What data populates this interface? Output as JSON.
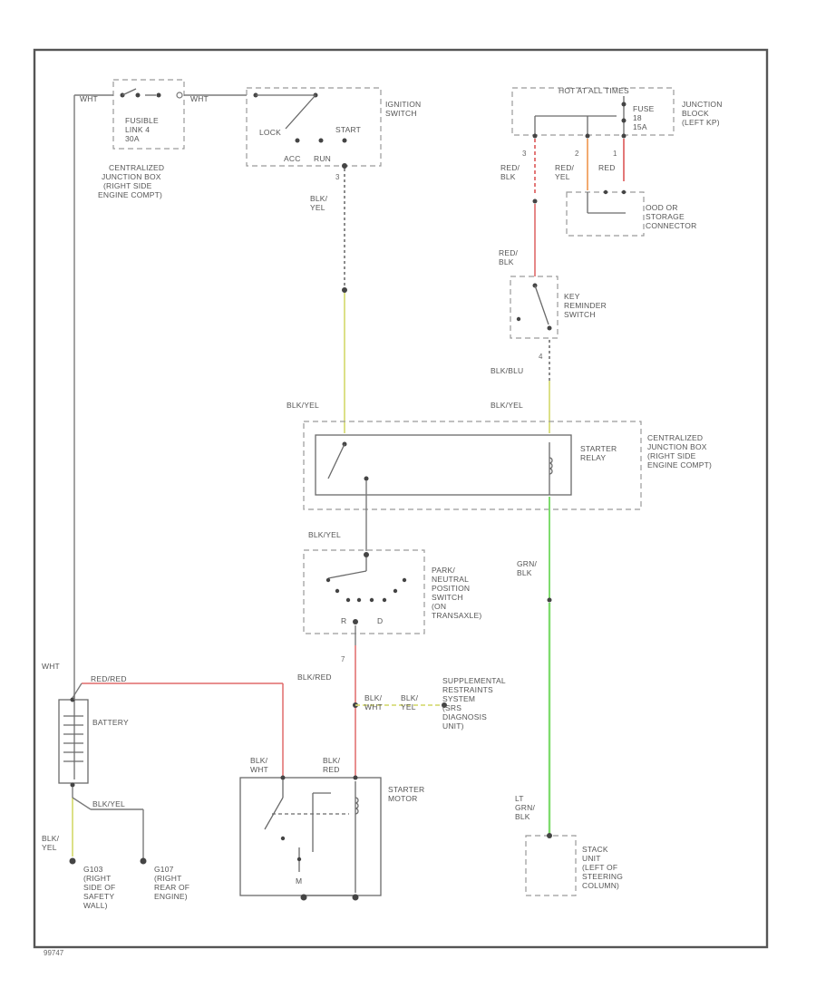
{
  "colors": {
    "red": "#e06a6a",
    "orange": "#f0a060",
    "yellow": "#d8dc7a",
    "green": "#7fdc6e",
    "wire": "#7a7a7a",
    "frame": "#555555"
  },
  "labels": {
    "fusible_link": "FUSIBLE LINK 4 30A",
    "cjb_right": "CENTRALIZED JUNCTION BOX (RIGHT SIDE ENGINE COMPT)",
    "ignition_switch": "IGNITION SWITCH",
    "ign_lock": "LOCK",
    "ign_start": "START",
    "ign_acc": "ACC",
    "ign_run": "RUN",
    "hot_at_all_times": "HOT AT ALL TIMES",
    "fuse_18": "FUSE 18 15A",
    "jb_left": "JUNCTION BLOCK (LEFT KP)",
    "ood_conn": "OOD OR STORAGE CONNECTOR",
    "key_reminder": "KEY REMINDER SWITCH",
    "starter_relay": "STARTER RELAY",
    "cjb_relay": "CENTRALIZED JUNCTION BOX (RIGHT SIDE ENGINE COMPT)",
    "pnp_switch": "PARK/ NEUTRAL POSITION SWITCH (ON TRANSAXLE)",
    "pnp_r": "R",
    "pnp_d": "D",
    "srs": "SUPPLEMENTAL RESTRAINTS SYSTEM (SRS DIAGNOSIS UNIT)",
    "battery": "BATTERY",
    "starter_motor": "STARTER MOTOR",
    "starter_m": "M",
    "stack_unit": "STACK UNIT (LEFT OF STEERING COLUMN)",
    "g103": "G103 (RIGHT SIDE OF SAFETY WALL)",
    "g107": "G107 (RIGHT REAR OF ENGINE)",
    "fig_number": "99747"
  },
  "wires": {
    "wht_1": "WHT",
    "wht_2": "WHT",
    "wht_3": "WHT",
    "blk_yel_1": "BLK/ YEL",
    "red_blk_1": "RED/ BLK",
    "red_yel": "RED/ YEL",
    "red": "RED",
    "red_blk_2": "RED/ BLK",
    "blk_blu": "BLK/BLU",
    "blk_yel_2": "BLK/YEL",
    "blk_yel_3": "BLK/YEL",
    "blk_yel_4": "BLK/YEL",
    "grn_blk": "GRN/ BLK",
    "blk_red_1": "BLK/RED",
    "blk_wht_1": "BLK/ WHT",
    "blk_yel_5": "BLK/ YEL",
    "blk_wht_2": "BLK/ WHT",
    "blk_red_2": "BLK/ RED",
    "lt_grn_blk": "LT GRN/ BLK",
    "blk_yel_6": "BLK/ YEL",
    "blk_yel_7": "BLK/YEL",
    "red_red": "RED/RED"
  },
  "pins": {
    "ign_3": "3",
    "fuse_3": "3",
    "fuse_2": "2",
    "fuse_1": "1",
    "key_4": "4",
    "pnp_7": "7"
  }
}
